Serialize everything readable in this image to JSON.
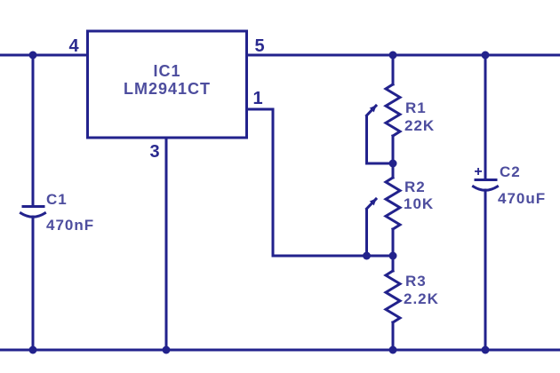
{
  "ic": {
    "ref": "IC1",
    "part": "LM2941CT",
    "pin_numbers": {
      "input": "4",
      "output": "5",
      "adjust": "1",
      "ground": "3"
    }
  },
  "components": {
    "c1": {
      "ref": "C1",
      "value": "470nF"
    },
    "c2": {
      "ref": "C2",
      "value": "470uF",
      "polarity": "+"
    },
    "r1": {
      "ref": "R1",
      "value": "22K"
    },
    "r2": {
      "ref": "R2",
      "value": "10K"
    },
    "r3": {
      "ref": "R3",
      "value": "2.2K"
    }
  },
  "colors": {
    "wire": "#22228C",
    "component_label": "#4D4D9E",
    "pin_number": "#2A2A8F",
    "background": "#FFFFFF"
  }
}
